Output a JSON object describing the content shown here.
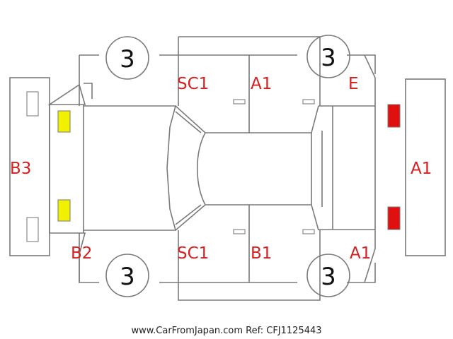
{
  "colors": {
    "outline": "#7a7a7a",
    "damage_code": "#d42020",
    "front_lamp": "#f0f000",
    "rear_lamp": "#e01010",
    "tire_number": "#111111"
  },
  "tires": {
    "front_left": "3",
    "front_right": "3",
    "rear_left": "3",
    "rear_right": "3"
  },
  "damage_codes": {
    "front_bumper": "B3",
    "front_left_corner": "B2",
    "left_rocker_top": "SC1",
    "left_rear_door_top": "A1",
    "rear_left_corner": "E",
    "rear_bumper": "A1",
    "right_rocker_bottom": "SC1",
    "right_rear_door_bottom": "B1",
    "rear_right_corner": "A1"
  },
  "footer": {
    "text": "www.CarFromJapan.com Ref: CFJ1125443"
  }
}
